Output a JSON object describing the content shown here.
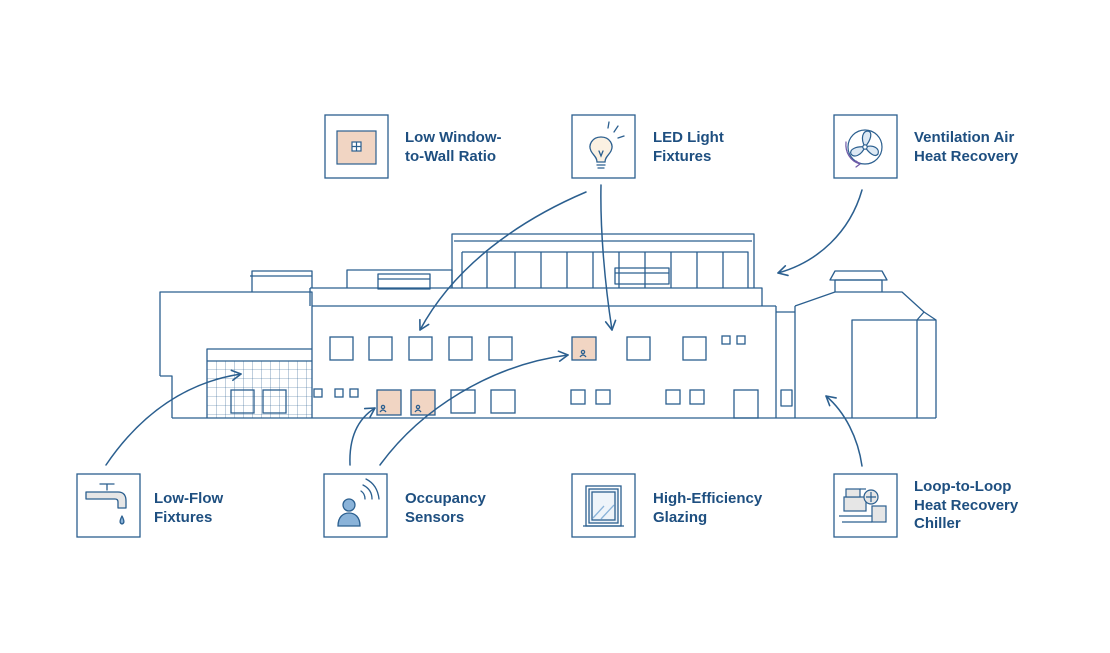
{
  "colors": {
    "ink": "#2b5f8f",
    "label": "#1e4f80",
    "warm_fill": "#f1d5c3",
    "person_fill": "#8ab3d9"
  },
  "features": [
    {
      "id": "low-window-to-wall-ratio",
      "icon": "window-wall-icon",
      "lines": [
        "Low Window-",
        "to-Wall Ratio"
      ]
    },
    {
      "id": "led-light-fixtures",
      "icon": "light-bulb-icon",
      "lines": [
        "LED Light",
        "Fixtures"
      ]
    },
    {
      "id": "ventilation-air-heat-recovery",
      "icon": "fan-icon",
      "lines": [
        "Ventilation Air",
        "Heat Recovery"
      ]
    },
    {
      "id": "low-flow-fixtures",
      "icon": "faucet-icon",
      "lines": [
        "Low-Flow",
        "Fixtures"
      ]
    },
    {
      "id": "occupancy-sensors",
      "icon": "occupancy-sensor-icon",
      "lines": [
        "Occupancy",
        "Sensors"
      ]
    },
    {
      "id": "high-efficiency-glazing",
      "icon": "glazing-window-icon",
      "lines": [
        "High-Efficiency",
        "Glazing"
      ]
    },
    {
      "id": "loop-to-loop-heat-recovery-chiller",
      "icon": "chiller-icon",
      "lines": [
        "Loop-to-Loop",
        "Heat Recovery",
        "Chiller"
      ]
    }
  ]
}
